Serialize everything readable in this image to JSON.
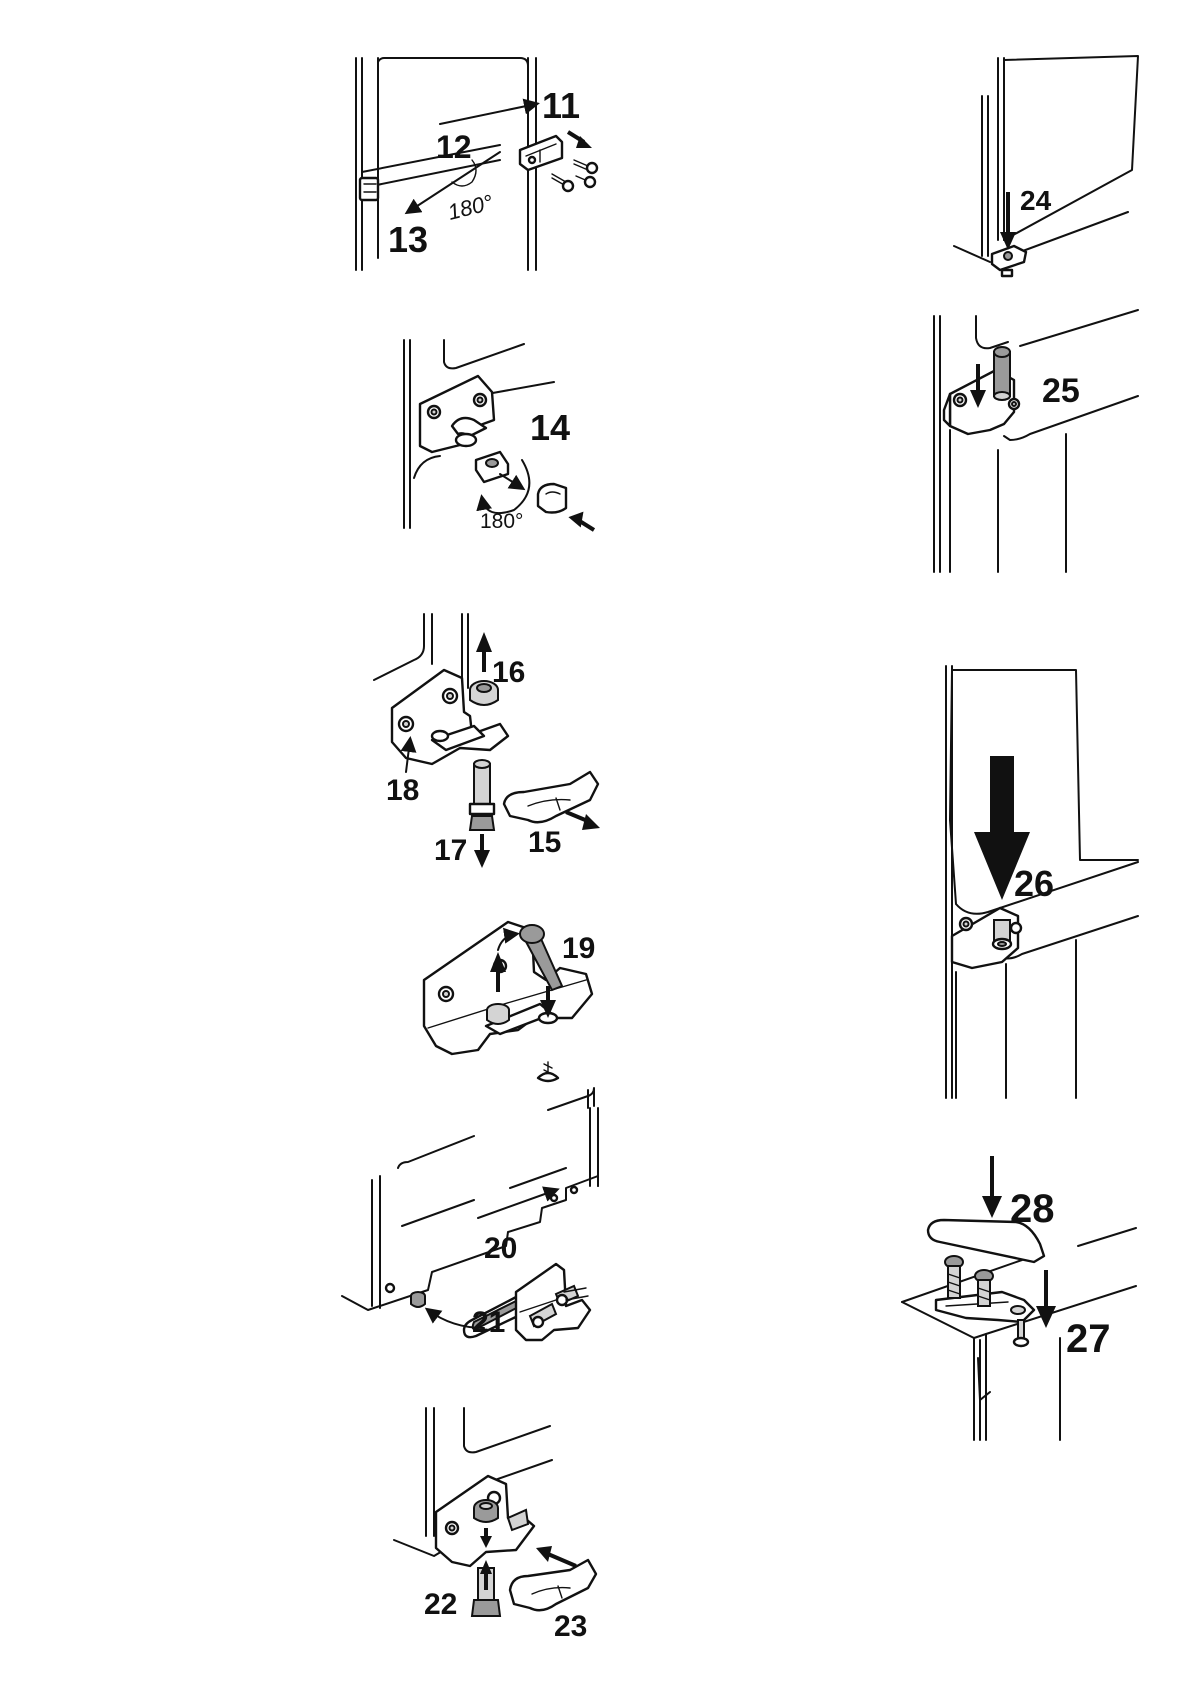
{
  "steps": {
    "s11": "11",
    "s12": "12",
    "s13": "13",
    "s14": "14",
    "s15": "15",
    "s16": "16",
    "s17": "17",
    "s18": "18",
    "s19": "19",
    "s20": "20",
    "s21": "21",
    "s22": "22",
    "s23": "23",
    "s24": "24",
    "s25": "25",
    "s26": "26",
    "s27": "27",
    "s28": "28"
  },
  "rotation_label": "180°"
}
